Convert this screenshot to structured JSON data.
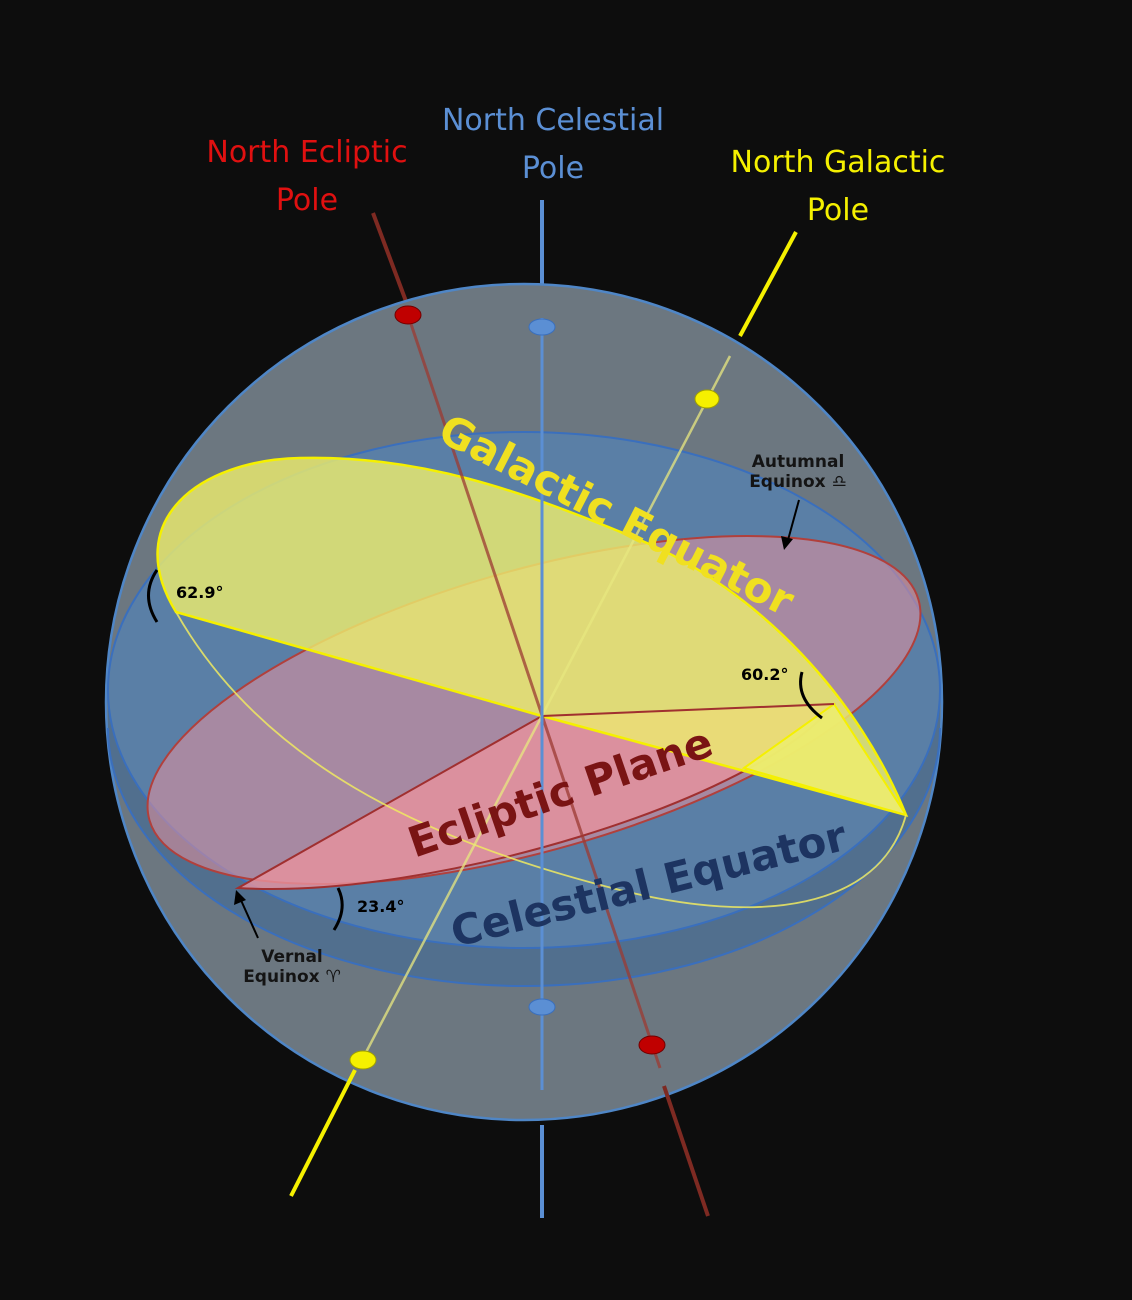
{
  "poles": {
    "ecliptic": {
      "line1": "North Ecliptic",
      "line2": "Pole",
      "color": "#e01010"
    },
    "celestial": {
      "line1": "North Celestial",
      "line2": "Pole",
      "color": "#5b8fd4"
    },
    "galactic": {
      "line1": "North Galactic",
      "line2": "Pole",
      "color": "#f5f000"
    }
  },
  "planes": {
    "galactic_equator": "Galactic Equator",
    "ecliptic_plane": "Ecliptic Plane",
    "celestial_equator": "Celestial Equator"
  },
  "angles": {
    "galactic_to_celestial": "62.9°",
    "galactic_to_ecliptic": "60.2°",
    "ecliptic_to_celestial": "23.4°"
  },
  "equinoxes": {
    "autumnal": {
      "line1": "Autumnal",
      "line2": "Equinox ♎"
    },
    "vernal": {
      "line1": "Vernal",
      "line2": "Equinox ♈"
    }
  },
  "colors": {
    "background": "#0d0d0d",
    "sphere": "#6c7780",
    "celestial_plane": "#5a7fa6",
    "ecliptic_plane": "#e8929e",
    "galactic_plane": "#ecec6e",
    "galactic_text": "#f0e020",
    "ecliptic_text": "#7a1414",
    "celestial_text": "#1d3461"
  }
}
